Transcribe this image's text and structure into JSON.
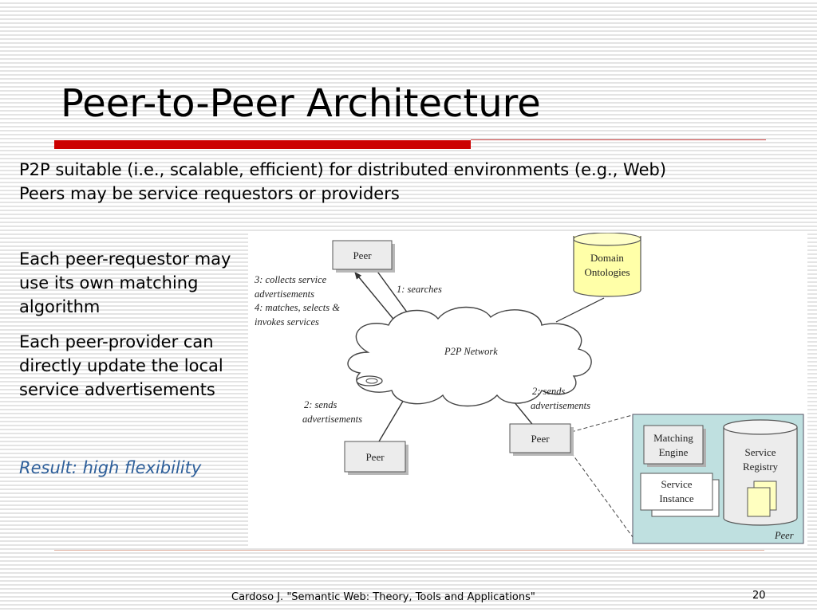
{
  "slide": {
    "title": "Peer-to-Peer Architecture",
    "bullets_top": [
      "P2P suitable (i.e., scalable, efficient) for distributed environments (e.g., Web)",
      "Peers may be service requestors or providers"
    ],
    "bullets_left": [
      "Each peer-requestor may use its own matching algorithm",
      "Each peer-provider can directly update the local service advertisements"
    ],
    "result": "Result: high flexibility",
    "footer": "Cardoso J. \"Semantic Web: Theory, Tools and Applications\"",
    "page_number": "20"
  },
  "diagram": {
    "peer_top": "Peer",
    "peer_bottom_left": "Peer",
    "peer_bottom_right": "Peer",
    "domain_ontologies_line1": "Domain",
    "domain_ontologies_line2": "Ontologies",
    "network": "P2P Network",
    "label_searches": "1: searches",
    "label_collects_line1": "3: collects service",
    "label_collects_line2": "advertisements",
    "label_collects_line3": "4: matches, selects &",
    "label_collects_line4": "invokes services",
    "label_sends_left_line1": "2: sends",
    "label_sends_left_line2": "advertisements",
    "label_sends_right_line1": "2: sends",
    "label_sends_right_line2": "advertisements",
    "matching_engine_line1": "Matching",
    "matching_engine_line2": "Engine",
    "service_registry_line1": "Service",
    "service_registry_line2": "Registry",
    "service_instance_line1": "Service",
    "service_instance_line2": "Instance",
    "peer_detail_label": "Peer",
    "colors": {
      "title_bar": "#cc0000",
      "result_text": "#2e5f9a",
      "peer_panel": "#bfe0e0",
      "ontology_fill": "#ffffb0",
      "box_fill": "#e8e8e8"
    }
  }
}
